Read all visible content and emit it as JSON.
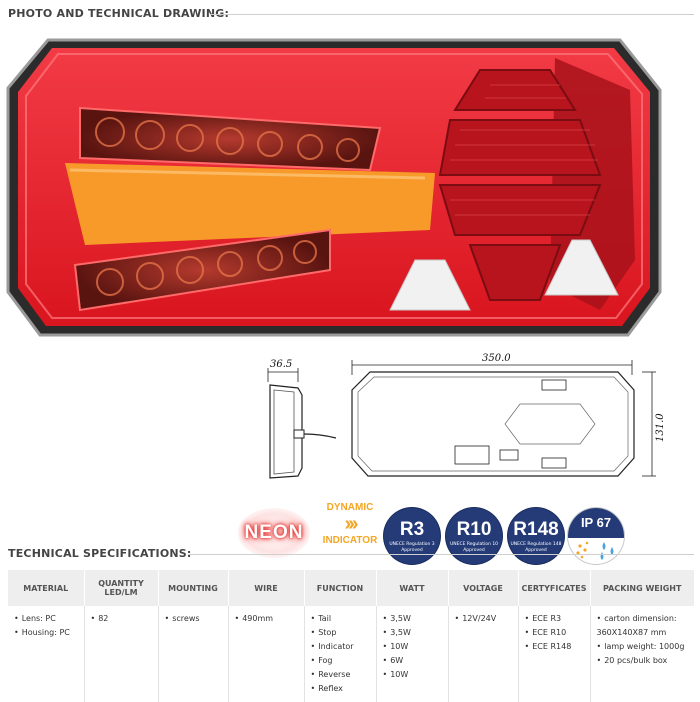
{
  "headings": {
    "photo": "PHOTO AND TECHNICAL DRAWING:",
    "specs": "TECHNICAL SPECIFICATIONS:"
  },
  "drawing": {
    "depth": "36.5",
    "width": "350.0",
    "height": "131.0"
  },
  "badges": {
    "neon": "NEON",
    "dynamic_top": "DYNAMIC",
    "dynamic_arrows": "›››",
    "dynamic_bottom": "INDICATOR",
    "r3": {
      "code": "R3",
      "caption": "UNECE Regulation 3 Approved"
    },
    "r10": {
      "code": "R10",
      "caption": "UNECE Regulation 10 Approved"
    },
    "r148": {
      "code": "R148",
      "caption": "UNECE Regulation 148 Approved"
    },
    "ip": "IP 67"
  },
  "table": {
    "headers": [
      "MATERIAL",
      "QUANTITY LED/LM",
      "MOUNTING",
      "WIRE",
      "FUNCTION",
      "WATT",
      "VOLTAGE",
      "CERTYFICATES",
      "PACKING WEIGHT"
    ],
    "material": [
      "Lens: PC",
      "Housing: PC"
    ],
    "quantity": [
      "82"
    ],
    "mounting": [
      "screws"
    ],
    "wire": [
      "490mm"
    ],
    "function": [
      "Tail",
      "Stop",
      "Indicator",
      "Fog",
      "Reverse",
      "Reflex"
    ],
    "watt": [
      "3,5W",
      "3,5W",
      "10W",
      "6W",
      "10W"
    ],
    "voltage": [
      "12V/24V"
    ],
    "certificates": [
      "ECE R3",
      "ECE R10",
      "ECE R148"
    ],
    "packing": [
      "carton dimension: 360X140X87 mm",
      "lamp weight: 1000g",
      "20 pcs/bulk box"
    ]
  },
  "colors": {
    "lamp_red": "#e8202c",
    "amber": "#f79a2a",
    "badge_blue": "#243b78"
  }
}
